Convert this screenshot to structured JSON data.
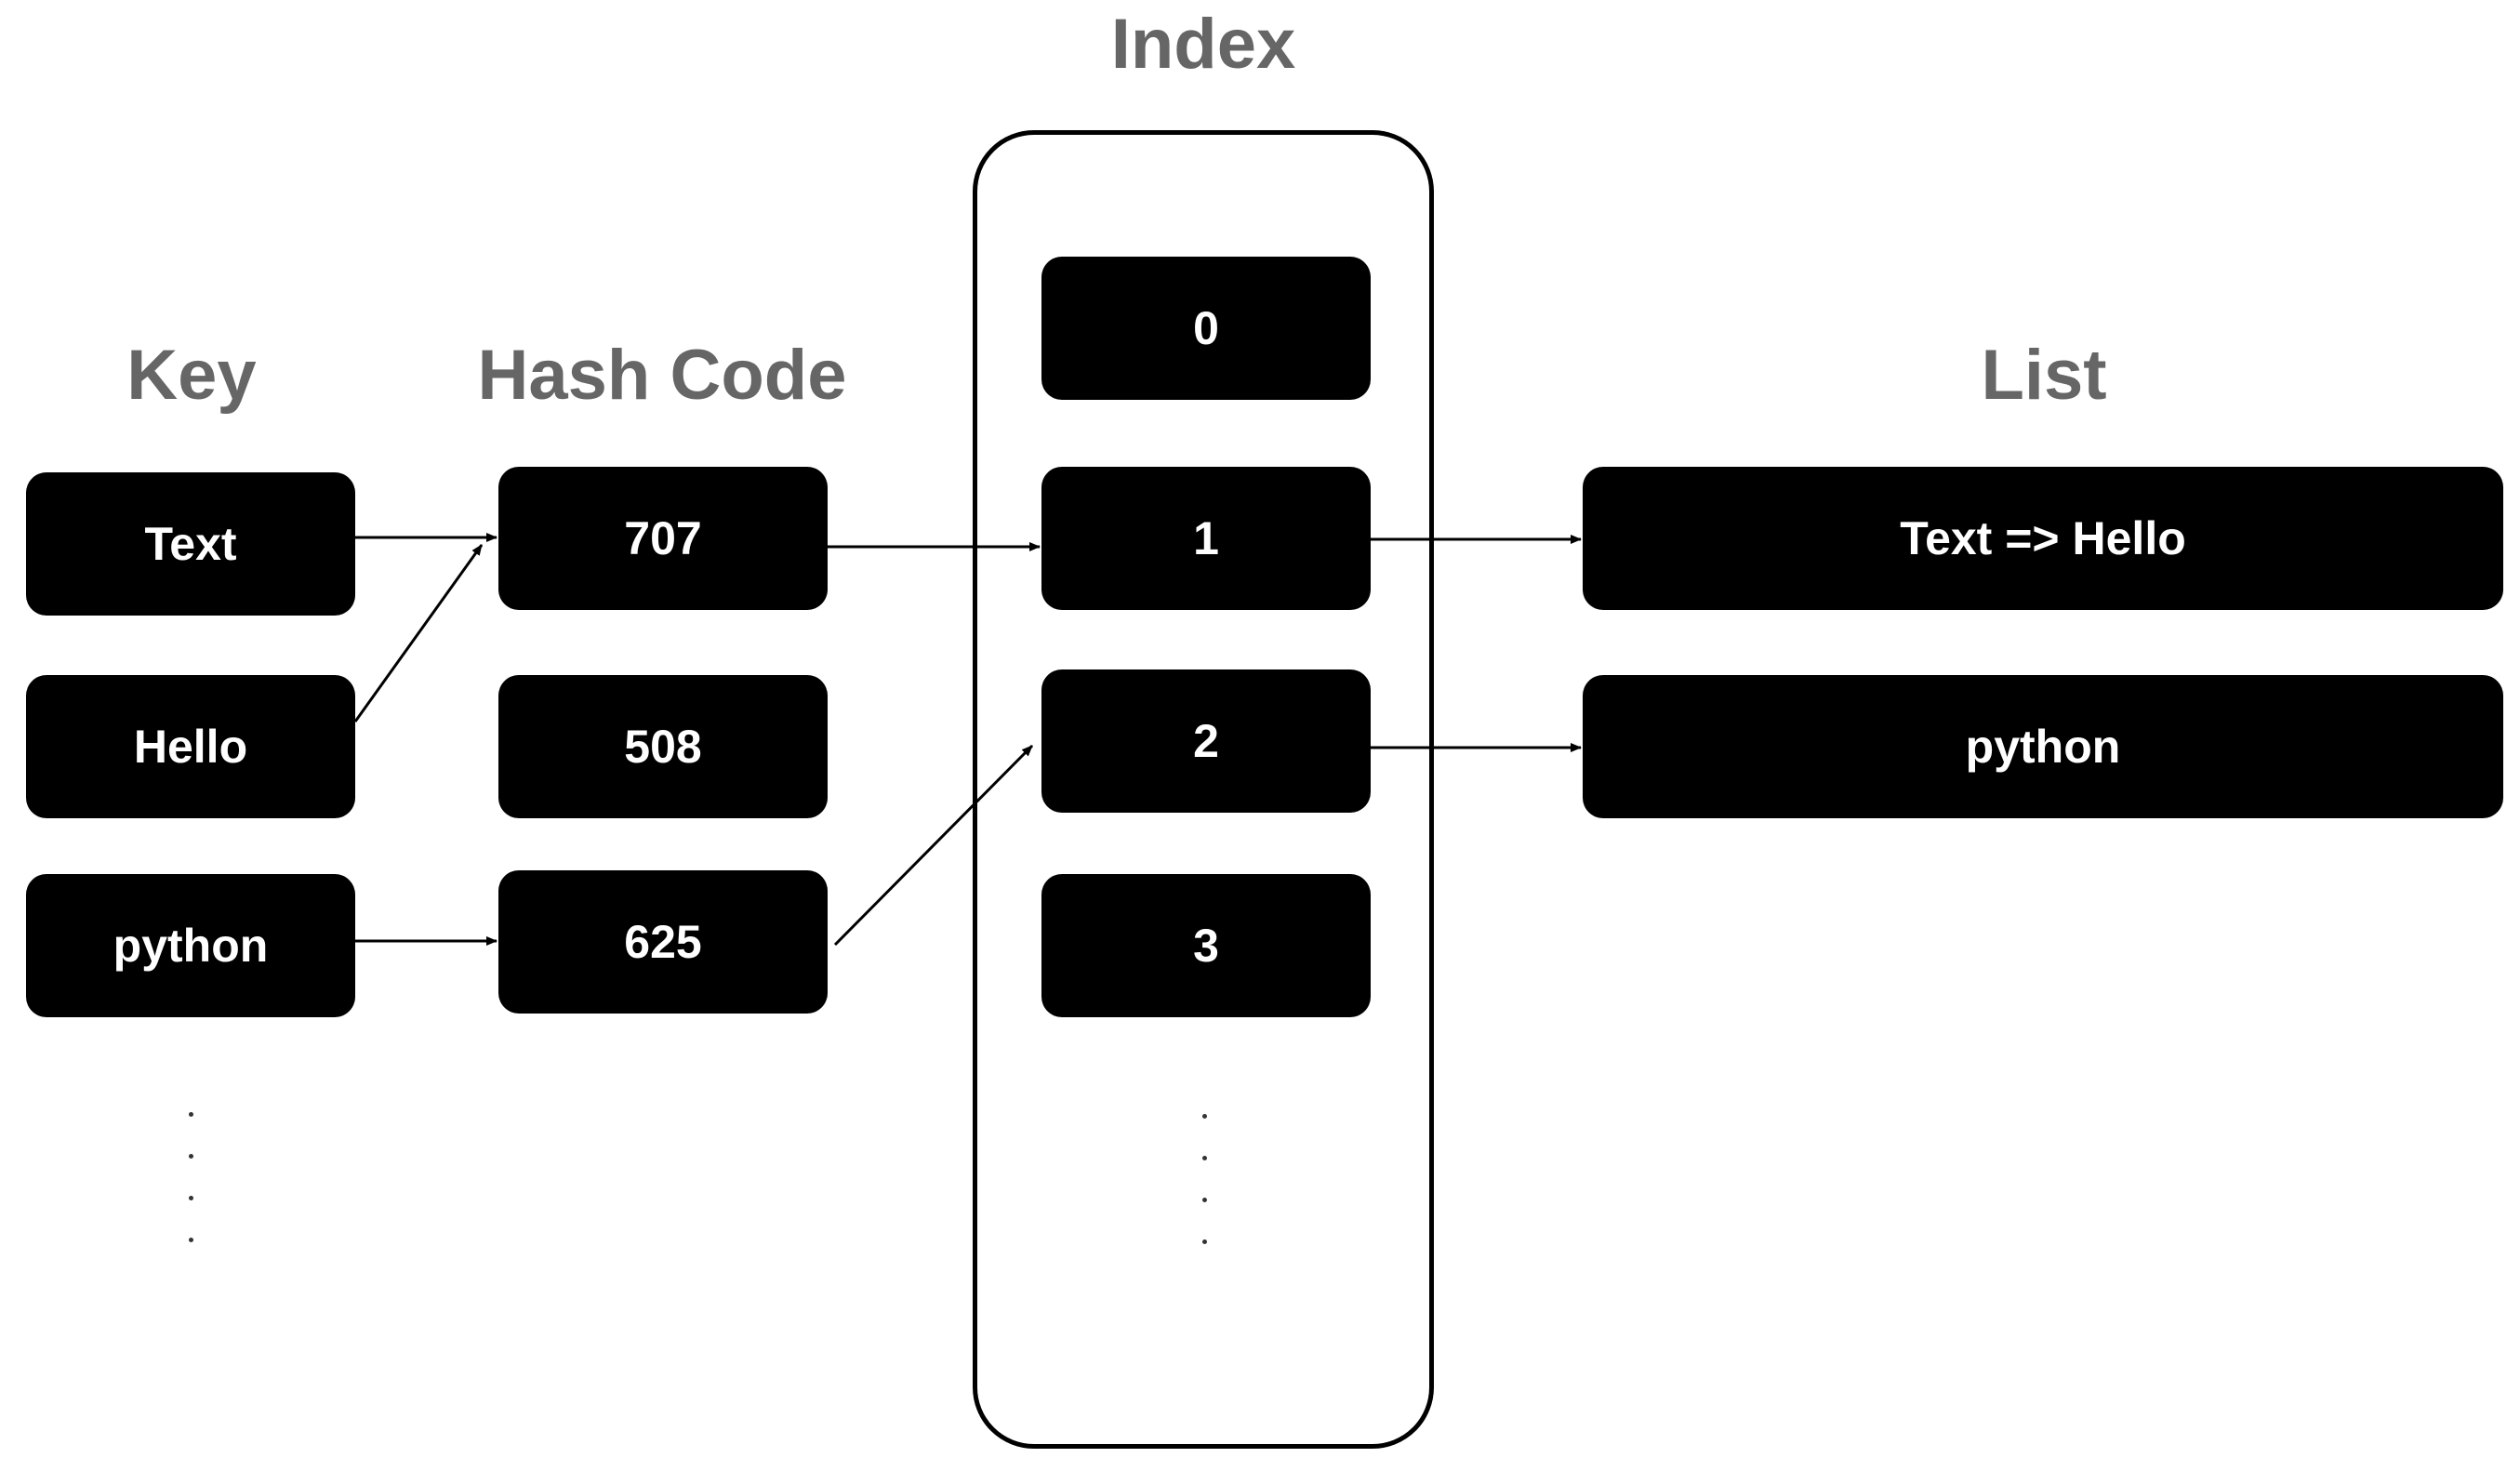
{
  "headings": {
    "key": "Key",
    "hash_code": "Hash Code",
    "index": "Index",
    "list": "List"
  },
  "keys": [
    "Text",
    "Hello",
    "python"
  ],
  "hash_codes": [
    "707",
    "508",
    "625"
  ],
  "index_slots": [
    "0",
    "1",
    "2",
    "3"
  ],
  "list_items": [
    "Text => Hello",
    "python"
  ],
  "colors": {
    "heading": "#666666",
    "box": "#000000",
    "box_text": "#ffffff",
    "arrow": "#000000"
  }
}
